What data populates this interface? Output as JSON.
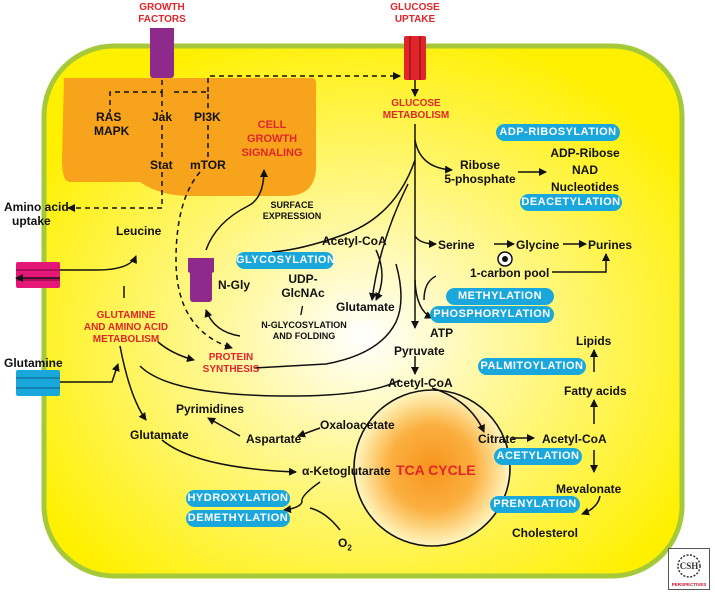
{
  "inputs": {
    "growth_factors": [
      "GROWTH",
      "FACTORS"
    ],
    "glucose_uptake": [
      "GLUCOSE",
      "UPTAKE"
    ],
    "amino_acid_uptake": [
      "Amino acid",
      "uptake"
    ],
    "glutamine": "Glutamine"
  },
  "signaling": {
    "ras": "RAS",
    "mapk": "MAPK",
    "jak": "Jak",
    "pi3k": "PI3K",
    "stat": "Stat",
    "mtor": "mTOR",
    "title": [
      "CELL",
      "GROWTH",
      "SIGNALING"
    ]
  },
  "nodes": {
    "glucose_metabolism": [
      "GLUCOSE",
      "METABOLISM"
    ],
    "ribose": [
      "Ribose",
      "5-phosphate"
    ],
    "adp_ribose": "ADP-Ribose",
    "nad": "NAD",
    "nucleotides": "Nucleotides",
    "surface_expression": [
      "SURFACE",
      "EXPRESSION"
    ],
    "leucine": "Leucine",
    "acetyl_coa_top": "Acetyl-CoA",
    "n_gly": "N-Gly",
    "udp": [
      "UDP-",
      "GlcNAc"
    ],
    "glutamate_mid": "Glutamate",
    "slash": "/",
    "nglyco": [
      "N-GLYCOSYLATION",
      "AND FOLDING"
    ],
    "serine": "Serine",
    "glycine": "Glycine",
    "purines": "Purines",
    "one_carbon": "1-carbon pool",
    "atp": "ATP",
    "gln_metabolism": [
      "GLUTAMINE",
      "AND AMINO ACID",
      "METABOLISM"
    ],
    "protein_synthesis": [
      "PROTEIN",
      "SYNTHESIS"
    ],
    "pyruvate": "Pyruvate",
    "acetyl_coa_mid": "Acetyl-CoA",
    "lipids": "Lipids",
    "fatty_acids": "Fatty acids",
    "pyrimidines": "Pyrimidines",
    "glutamate_left": "Glutamate",
    "aspartate": "Aspartate",
    "oxaloacetate": "Oxaloacetate",
    "citrate": "Citrate",
    "acetyl_coa_right": "Acetyl-CoA",
    "tca": "TCA CYCLE",
    "akg": "α-Ketoglutarate",
    "mevalonate": "Mevalonate",
    "cholesterol": "Cholesterol",
    "o2_main": "O",
    "o2_sub": "2"
  },
  "modifications": {
    "adp_ribosylation": "ADP-RIBOSYLATION",
    "deacetylation": "DEACETYLATION",
    "glycosylation": "GLYCOSYLATION",
    "methylation": "METHYLATION",
    "phosphorylation": "PHOSPHORYLATION",
    "palmitoylation": "PALMITOYLATION",
    "acetylation": "ACETYLATION",
    "prenylation": "PRENYLATION",
    "hydroxylation": "HYDROXYLATION",
    "demethylation": "DEMETHYLATION"
  },
  "logo": {
    "text": "CSH",
    "sub": "PERSPECTIVES"
  },
  "colors": {
    "cell_fill": "#fff200",
    "cell_border": "#a6c93a",
    "signaling_box": "#f7a31c",
    "pill": "#1aa8dc",
    "label_red": "#e0262a",
    "receptor_purple": "#8e2a8c",
    "transporter_red": "#e0262a",
    "transporter_pink": "#e5187a",
    "transporter_blue": "#1aa8dc"
  }
}
